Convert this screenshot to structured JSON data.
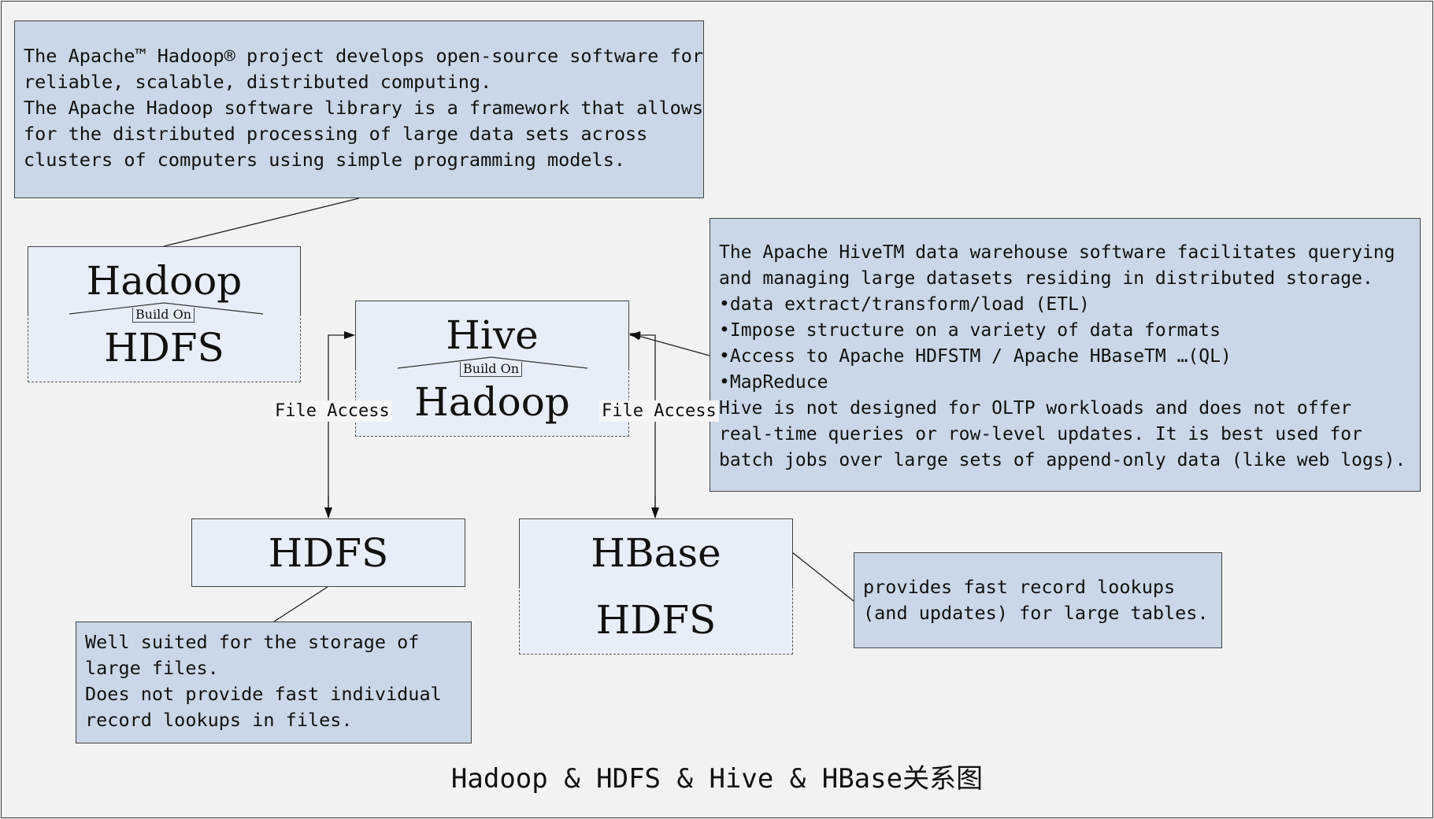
{
  "title": "Hadoop & HDFS & Hive & HBase关系图",
  "notes": {
    "hadoop": [
      "The Apache™ Hadoop® project develops open-source software for",
      "reliable, scalable, distributed computing.",
      "The Apache Hadoop software library is a framework that allows",
      "for the distributed processing of large data sets across",
      "clusters of computers using simple programming models."
    ],
    "hive": [
      "The Apache HiveTM data warehouse software facilitates querying",
      "and managing large datasets residing in distributed storage.",
      "•data extract/transform/load (ETL)",
      "•Impose structure on a variety of data formats",
      "•Access to Apache HDFSTM / Apache HBaseTM …(QL)",
      "•MapReduce",
      "Hive is not designed for OLTP workloads and does not offer",
      "real-time queries or row-level updates. It is best used for",
      "batch jobs over large sets of append-only data (like web logs)."
    ],
    "hdfs": [
      "Well suited for the storage of",
      "large files.",
      "Does not provide fast individual",
      "record lookups in files."
    ],
    "hbase": [
      "provides fast record lookups",
      "(and updates) for large tables."
    ]
  },
  "stacks": {
    "hadoop": {
      "top": "Hadoop",
      "bottom": "HDFS",
      "relation": "Build On"
    },
    "hive": {
      "top": "Hive",
      "bottom": "Hadoop",
      "relation": "Build On"
    },
    "hbase": {
      "top": "HBase",
      "bottom": "HDFS"
    }
  },
  "hdfs_box": "HDFS",
  "edges": {
    "left": "File Access",
    "right": "File Access"
  }
}
